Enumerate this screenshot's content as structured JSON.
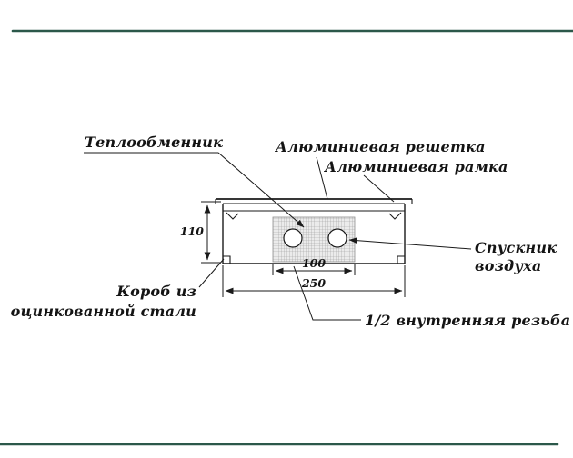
{
  "colors": {
    "frame": "#2b584a",
    "line": "#1a1a1a"
  },
  "callouts": {
    "heat_exchanger": "Теплообменник",
    "aluminum_grille": "Алюминиевая решетка",
    "aluminum_frame": "Алюминиевая рамка",
    "air_vent": {
      "line1": "Спускник",
      "line2": "воздуха"
    },
    "steel_box": {
      "line1": "Короб из",
      "line2": "оцинкованной стали"
    },
    "thread": "1/2 внутренняя резьба"
  },
  "dimensions": {
    "height": "110",
    "exchanger_width": "100",
    "total_width": "250"
  }
}
